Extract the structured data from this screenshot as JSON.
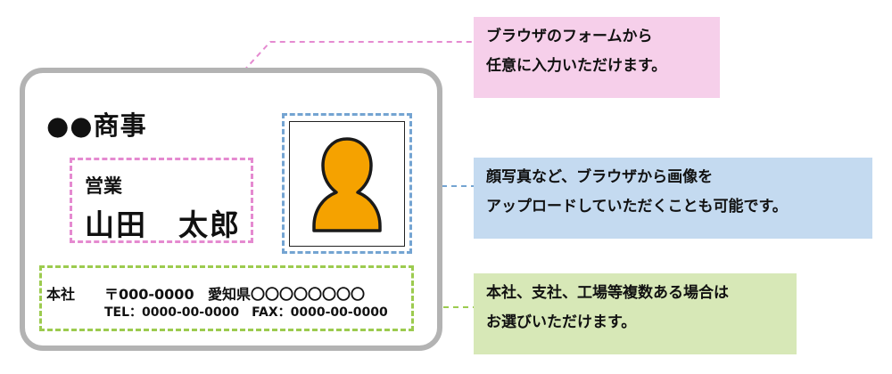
{
  "card": {
    "company": "●●商事",
    "department": "営業",
    "person_name": "山田　太郎",
    "office_label": "本社",
    "postal": "〒000-0000",
    "address": "愛知県〇〇〇〇〇〇〇〇",
    "tel_fax": "TEL：0000-00-0000　FAX：0000-00-0000",
    "photo_icon": "person-silhouette",
    "photo_color": "#f5a200"
  },
  "callouts": {
    "form_input": {
      "line1": "ブラウザのフォームから",
      "line2": "任意に入力いただけます。",
      "color": "#f6cfea"
    },
    "photo_upload": {
      "line1": "顔写真など、ブラウザから画像を",
      "line2": "アップロードしていただくことも可能です。",
      "color": "#c4daf0"
    },
    "office_select": {
      "line1": "本社、支社、工場等複数ある場合は",
      "line2": "お選びいただけます。",
      "color": "#d7e8b7"
    }
  },
  "colors": {
    "name_highlight": "#e58ad0",
    "photo_highlight": "#74a4d2",
    "address_highlight": "#9ccb4f",
    "card_border": "#b3b3b3"
  }
}
